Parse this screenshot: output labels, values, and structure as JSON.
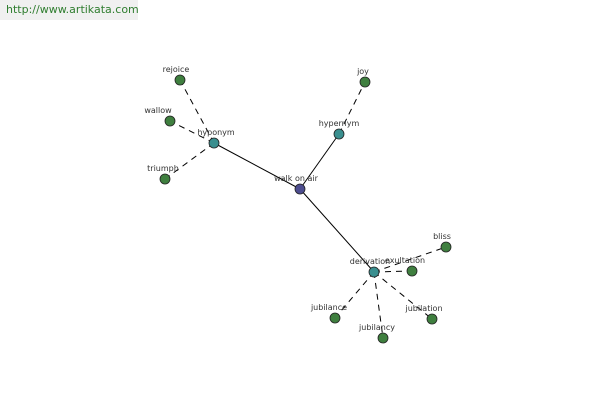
{
  "watermark": {
    "url": "http://www.artikata.com"
  },
  "graph": {
    "colors": {
      "center": "#4d4d8f",
      "relation": "#3a8f8f",
      "word": "#3f7f3f",
      "edge": "#000000",
      "label": "#333333"
    },
    "nodes": [
      {
        "id": "walk-on-air",
        "label": "walk on air",
        "kind": "center"
      },
      {
        "id": "hyponym",
        "label": "hyponym",
        "kind": "relation"
      },
      {
        "id": "hypernym",
        "label": "hypernym",
        "kind": "relation"
      },
      {
        "id": "derivation",
        "label": "derivation",
        "kind": "relation"
      },
      {
        "id": "rejoice",
        "label": "rejoice",
        "kind": "word"
      },
      {
        "id": "wallow",
        "label": "wallow",
        "kind": "word"
      },
      {
        "id": "triumph",
        "label": "triumph",
        "kind": "word"
      },
      {
        "id": "joy",
        "label": "joy",
        "kind": "word"
      },
      {
        "id": "bliss",
        "label": "bliss",
        "kind": "word"
      },
      {
        "id": "exultation",
        "label": "exultation",
        "kind": "word"
      },
      {
        "id": "jubilation",
        "label": "jubilation",
        "kind": "word"
      },
      {
        "id": "jubilancy",
        "label": "jubilancy",
        "kind": "word"
      },
      {
        "id": "jubilance",
        "label": "jubilance",
        "kind": "word"
      }
    ],
    "edges": [
      {
        "from": "walk-on-air",
        "to": "hyponym",
        "style": "solid"
      },
      {
        "from": "walk-on-air",
        "to": "hypernym",
        "style": "solid"
      },
      {
        "from": "walk-on-air",
        "to": "derivation",
        "style": "solid"
      },
      {
        "from": "hyponym",
        "to": "rejoice",
        "style": "dashed"
      },
      {
        "from": "hyponym",
        "to": "wallow",
        "style": "dashed"
      },
      {
        "from": "hyponym",
        "to": "triumph",
        "style": "dashed"
      },
      {
        "from": "hypernym",
        "to": "joy",
        "style": "dashed"
      },
      {
        "from": "derivation",
        "to": "bliss",
        "style": "dashed"
      },
      {
        "from": "derivation",
        "to": "exultation",
        "style": "dashed"
      },
      {
        "from": "derivation",
        "to": "jubilation",
        "style": "dashed"
      },
      {
        "from": "derivation",
        "to": "jubilancy",
        "style": "dashed"
      },
      {
        "from": "derivation",
        "to": "jubilance",
        "style": "dashed"
      }
    ]
  }
}
